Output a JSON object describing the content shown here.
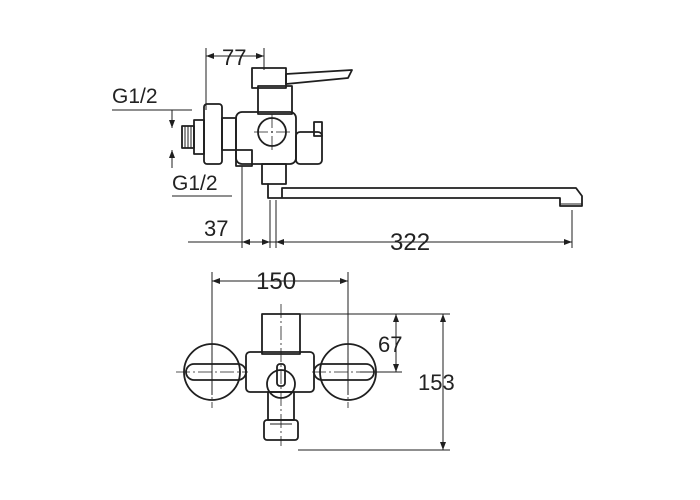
{
  "drawing": {
    "side_view": {
      "dim_width_top": "77",
      "dim_inlet_thread_top": "G1/2",
      "dim_inlet_thread_bottom": "G1/2",
      "dim_spout_height": "37",
      "dim_spout_length": "322"
    },
    "front_view": {
      "dim_inlet_spacing": "150",
      "dim_body_height_upper": "67",
      "dim_total_height": "153"
    }
  },
  "colors": {
    "line": "#1f1f1f",
    "background": "#ffffff"
  }
}
